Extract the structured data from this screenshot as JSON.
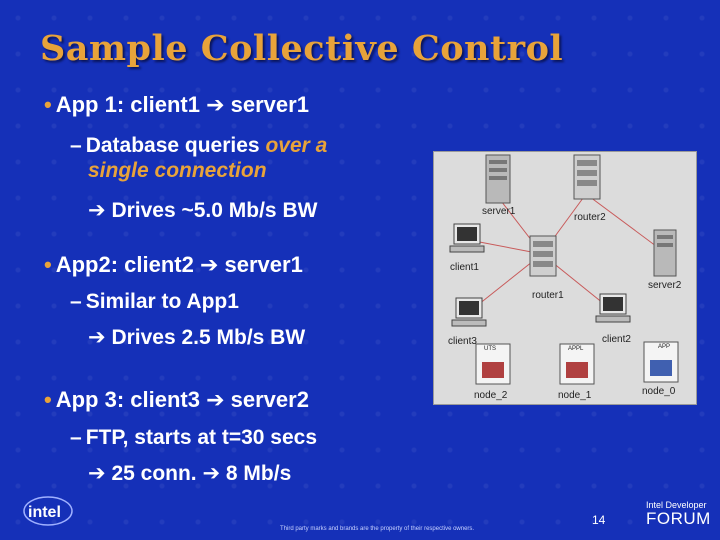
{
  "title": "Sample Collective Control",
  "bullets": [
    {
      "head": "App 1:",
      "rest": " client1 ",
      "rest2": " server1",
      "sub": [
        {
          "a": "Database queries ",
          "b": "over a",
          "c": "single connection"
        },
        {
          "a": " Drives ~5.0 Mb/s BW"
        }
      ]
    },
    {
      "head": "App2:",
      "rest": " client2 ",
      "rest2": " server1",
      "sub": [
        {
          "a": "Similar to App1"
        },
        {
          "a": " Drives 2.5 Mb/s BW"
        }
      ]
    },
    {
      "head": "App 3:",
      "rest": " client3 ",
      "rest2": " server2",
      "sub": [
        {
          "a": "FTP, starts at t=30 secs"
        },
        {
          "a": " 25 conn. ",
          "b": " 8 Mb/s"
        }
      ]
    }
  ],
  "diagram": {
    "labels": {
      "server1": "server1",
      "router2": "router2",
      "client1": "client1",
      "router1": "router1",
      "server2": "server2",
      "client3": "client3",
      "client2": "client2",
      "node2": "node_2",
      "node1": "node_1",
      "node0": "node_0",
      "cfg1": "UTS",
      "cfg2": "APPL",
      "cfg3": "APP"
    },
    "colors": {
      "link": "#d05050",
      "bg": "#dcdcdc"
    }
  },
  "footer": {
    "disclaimer": "Third party marks and brands are the property of their respective owners.",
    "page": "14",
    "logo": "intel.",
    "forum_line1": "Intel Developer",
    "forum_line2": "FORUM"
  }
}
